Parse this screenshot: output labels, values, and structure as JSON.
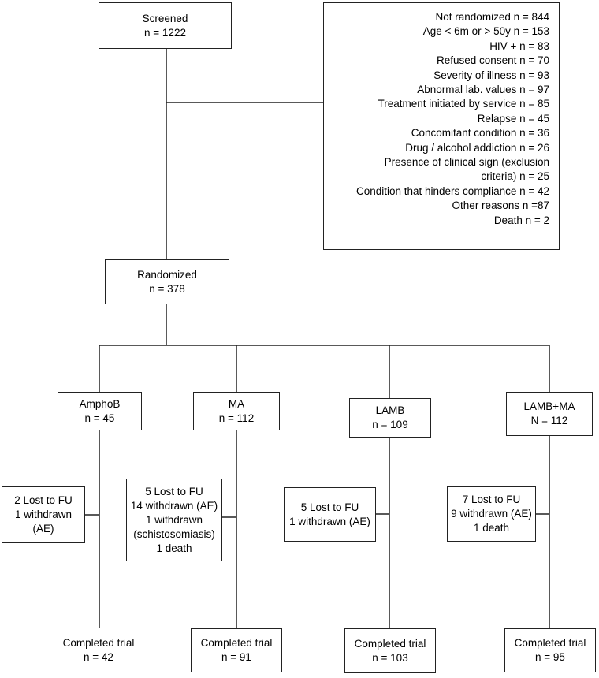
{
  "screened": {
    "title": "Screened",
    "value": "n = 1222"
  },
  "not_randomized": {
    "title": "Not randomized n = 844",
    "reasons": [
      "Age < 6m or > 50y n = 153",
      "HIV + n = 83",
      "Refused consent n = 70",
      "Severity of illness n = 93",
      "Abnormal lab. values n = 97",
      "Treatment initiated by service n = 85",
      "Relapse n = 45",
      "Concomitant condition n = 36",
      "Drug / alcohol addiction n = 26",
      "Presence of clinical sign (exclusion",
      "criteria) n = 25",
      "Condition that hinders compliance n = 42",
      "Other reasons n =87",
      "Death n = 2"
    ]
  },
  "randomized": {
    "title": "Randomized",
    "value": "n = 378"
  },
  "arms": [
    {
      "name": "AmphoB",
      "value": "n = 45",
      "losses": [
        "2 Lost to FU",
        "1 withdrawn",
        "(AE)"
      ],
      "completed": {
        "title": "Completed trial",
        "value": "n = 42"
      }
    },
    {
      "name": "MA",
      "value": "n = 112",
      "losses": [
        "5 Lost to FU",
        "14 withdrawn (AE)",
        "1 withdrawn",
        "(schistosomiasis)",
        "1 death"
      ],
      "completed": {
        "title": "Completed trial",
        "value": "n = 91"
      }
    },
    {
      "name": "LAMB",
      "value": "n = 109",
      "losses": [
        "5 Lost to FU",
        "1 withdrawn (AE)"
      ],
      "completed": {
        "title": "Completed trial",
        "value": "n = 103"
      }
    },
    {
      "name": "LAMB+MA",
      "value": "N = 112",
      "losses": [
        "7 Lost to FU",
        "9 withdrawn (AE)",
        "1 death"
      ],
      "completed": {
        "title": "Completed trial",
        "value": "n = 95"
      }
    }
  ]
}
